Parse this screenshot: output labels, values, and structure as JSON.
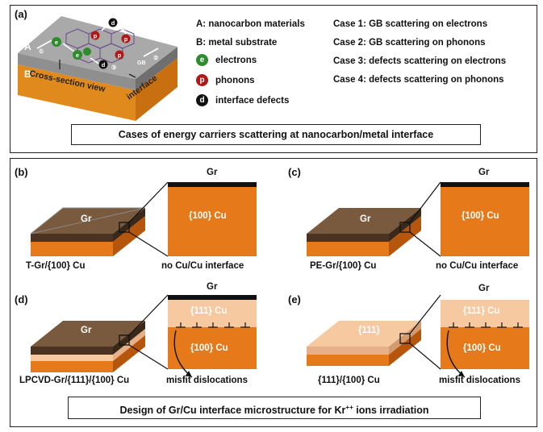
{
  "panel_a": {
    "label": "(a)",
    "cube_labels": {
      "A": "A",
      "B": "B",
      "cross_section": "Cross-section view",
      "interface": "interface"
    },
    "particles": {
      "e": "e",
      "p": "p",
      "d": "d",
      "gb": "GB"
    },
    "case_numbers": [
      "①",
      "②",
      "③",
      "④"
    ],
    "legend": {
      "A": "A: nanocarbon materials",
      "B": "B: metal substrate",
      "electrons": "electrons",
      "phonons": "phonons",
      "defects": "interface defects",
      "e_letter": "e",
      "p_letter": "p",
      "d_letter": "d"
    },
    "cases": [
      "Case 1: GB scattering on electrons",
      "Case 2: GB scattering on phonons",
      "Case 3: defects scattering on electrons",
      "Case 4: defects scattering on phonons"
    ],
    "caption": "Cases of energy carriers scattering at nanocarbon/metal interface",
    "colors": {
      "electron": "#2e8b2e",
      "phonon": "#b01818",
      "defect": "#111111"
    }
  },
  "panel_b": {
    "label": "(b)",
    "gr_top": "Gr",
    "gr_block": "Gr",
    "cu_zoom": "{100} Cu",
    "sample": "T-Gr/{100} Cu",
    "note": "no Cu/Cu interface"
  },
  "panel_c": {
    "label": "(c)",
    "gr_top": "Gr",
    "gr_block": "Gr",
    "cu_zoom": "{100} Cu",
    "sample": "PE-Gr/{100} Cu",
    "note": "no Cu/Cu interface"
  },
  "panel_d": {
    "label": "(d)",
    "gr_top": "Gr",
    "gr_block": "Gr",
    "cu111": "{111} Cu",
    "cu100": "{100} Cu",
    "sample": "LPCVD-Gr/{111}/{100} Cu",
    "note": "misfit dislocations"
  },
  "panel_e": {
    "label": "(e)",
    "gr_top": "Gr",
    "block": "{111}",
    "cu111": "{111} Cu",
    "cu100": "{100} Cu",
    "sample": "{111}/{100} Cu",
    "note": "misfit dislocations"
  },
  "bottom_caption": {
    "main": "Design of Gr/Cu interface microstructure for Kr",
    "sup": "++",
    "tail": " ions irradiation"
  },
  "colors": {
    "cu": "#e67a1a",
    "cu_dark": "#b5560c",
    "cu_light": "#f6c9a0",
    "gr_brown": "#7a5a3e",
    "gr_dark": "#4a3322",
    "graphene": "#111111"
  }
}
